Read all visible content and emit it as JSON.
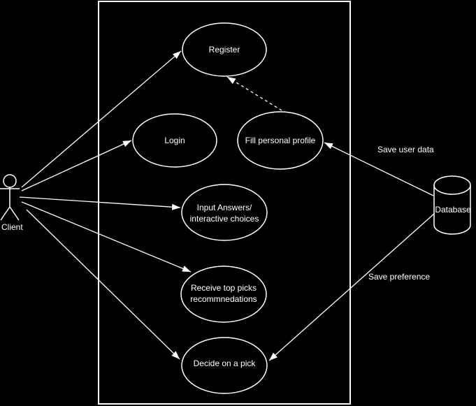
{
  "colors": {
    "background": "#000000",
    "stroke": "#ffffff",
    "text": "#ffffff"
  },
  "actor": {
    "label": "Client"
  },
  "use_cases": {
    "register": {
      "label": "Register"
    },
    "login": {
      "label": "Login"
    },
    "fill_profile": {
      "label": "Fill personal profile"
    },
    "input_answers": {
      "line1": "Input Answers/",
      "line2": "interactive choices"
    },
    "receive_picks": {
      "line1": "Receive top picks",
      "line2": "recommnedations"
    },
    "decide_pick": {
      "label": "Decide on a pick"
    }
  },
  "database": {
    "label": "Database"
  },
  "edge_labels": {
    "save_user_data": "Save user data",
    "save_preference": "Save preference"
  }
}
